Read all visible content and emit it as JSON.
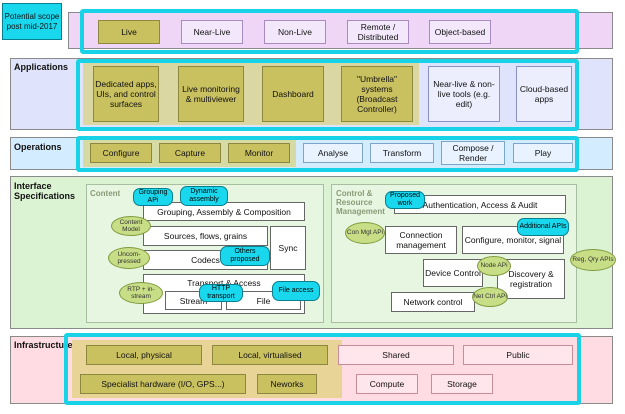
{
  "scope_label": "Potential scope post mid-2017",
  "top_row": [
    "Live",
    "Near-Live",
    "Non-Live",
    "Remote / Distributed",
    "Object-based"
  ],
  "bands": {
    "applications": "Applications",
    "operations": "Operations",
    "interface": "Interface Specifications",
    "infrastructure": "Infrastructure"
  },
  "applications": [
    "Dedicated apps, UIs, and control surfaces",
    "Live monitoring & multiviewer",
    "Dashboard",
    "\"Umbrella\" systems (Broadcast Controller)",
    "Near-live & non-live tools (e.g. edit)",
    "Cloud-based apps"
  ],
  "operations": [
    "Configure",
    "Capture",
    "Monitor",
    "Analyse",
    "Transform",
    "Compose / Render",
    "Play"
  ],
  "content": {
    "title": "Content",
    "grouping": "Grouping, Assembly & Composition",
    "sources": "Sources, flows, grains",
    "codecs": "Codecs",
    "sync": "Sync",
    "transport": "Transport & Access",
    "stream": "Stream",
    "file": "File"
  },
  "control": {
    "title": "Control & Resource Management",
    "auth": "Authentication, Access & Audit",
    "connection": "Connection management",
    "configure": "Configure, monitor, signal",
    "device": "Device Control",
    "discovery": "Discovery & registration",
    "network": "Network control"
  },
  "cyan_tags": {
    "grouping_api": "Grouping APi",
    "dynamic": "Dynamic assembly",
    "proposed_work": "Proposed work",
    "additional_apis": "Additional APIs",
    "others": "Others proposed",
    "http": "HTTP transport",
    "file_access": "File access"
  },
  "bubbles": {
    "content_model": "Content Model",
    "uncompressed": "Uncom-pressed",
    "rtp": "RTP + in-stream",
    "con_mgt": "Con Mgt APi",
    "node_api": "Node APi",
    "net_ctrl": "Net Ctrl APi",
    "reg_qry": "Reg, Qry APIs"
  },
  "infrastructure": [
    "Local, physical",
    "Local, virtualised",
    "Shared",
    "Public",
    "Specialist hardware (I/O, GPS...)",
    "Neworks",
    "Compute",
    "Storage"
  ],
  "colors": {
    "top_band": "#efd6f7",
    "applications_band": "#dfe3fb",
    "operations_band": "#d4ecff",
    "interface_band": "#dbf2d3",
    "infrastructure_band": "#ffdbe3",
    "highlight": "#c9c060",
    "cyan": "#18d3e8"
  }
}
